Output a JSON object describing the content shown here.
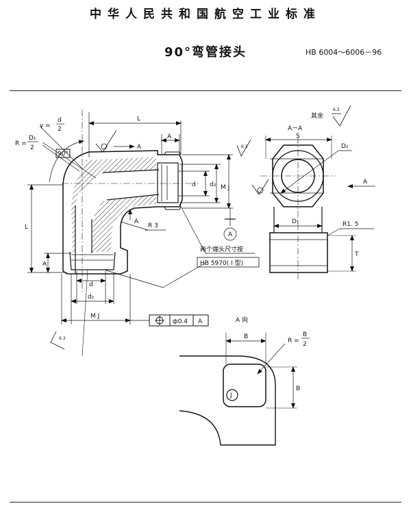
{
  "header": {
    "standard_name": "中华人民共和国航空工业标准",
    "title": "90°弯管接头",
    "code": "HB 6004～6006－96"
  },
  "drawing": {
    "surface_rest_label": "其余",
    "surface_rest_value": "6.3",
    "roughness_value": "6.3",
    "dims": {
      "L_top": "L",
      "L_left": "L",
      "gamma_lhs": "γ =",
      "gamma_num": "d",
      "gamma_den": "2",
      "R_lhs": "R =",
      "R_num": "D₁",
      "R_den": "2",
      "angle_box": "90°",
      "A_upper": "A",
      "A_cut": "A",
      "A_small": "A",
      "A_left": "A",
      "d_side": "d",
      "d2_side": "d₂",
      "MJ_side": "M J",
      "d_bottom": "d",
      "d2_bottom": "d₂",
      "MJ_bottom": "M J",
      "R3": "R 3",
      "circle_A": "A"
    },
    "note_line1": "两个端头尺寸按",
    "note_line2": "HB 5970( I 型)",
    "tolerance": {
      "value": "ф0.4",
      "datum": "A"
    },
    "section": {
      "title": "A－A",
      "S": "S",
      "D2": "D₂",
      "A_arrow": "A",
      "D1": "D₁",
      "R15": "R1. 5",
      "T": "T"
    },
    "view": {
      "title": "A 向",
      "B_top": "B",
      "R_lhs": "R =",
      "R_num": "B",
      "R_den": "2",
      "B_side": "B",
      "circle_J": "J"
    }
  }
}
